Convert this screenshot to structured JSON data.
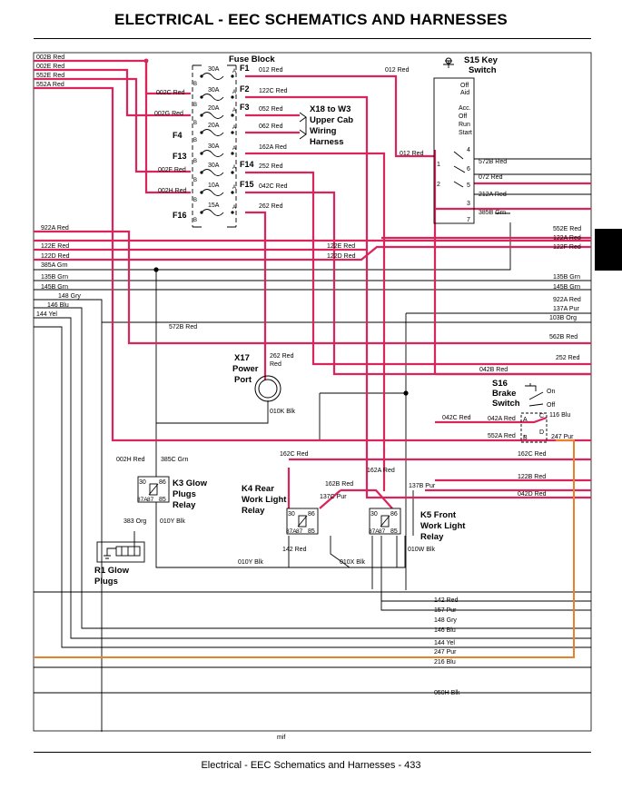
{
  "page": {
    "title": "ELECTRICAL - EEC   SCHEMATICS AND HARNESSES",
    "footer": "Electrical - EEC   Schematics and Harnesses  - 433",
    "mif": "mif"
  },
  "components": {
    "fuse_block": "Fuse Block",
    "s15_title": "S15 Key",
    "s15_sub": "Switch",
    "s15_off": "Off",
    "s15_aid": "Aid",
    "s15_acc": "Acc.",
    "s15_off2": "Off",
    "s15_run": "Run",
    "s15_start": "Start",
    "x18_l1": "X18 to W3",
    "x18_l2": "Upper Cab",
    "x18_l3": "Wiring",
    "x18_l4": "Harness",
    "x17_l1": "X17",
    "x17_l2": "Power",
    "x17_l3": "Port",
    "s16_l1": "S16",
    "s16_l2": "Brake",
    "s16_l3": "Switch",
    "s16_on": "On",
    "s16_off": "Off",
    "k3_l1": "K3 Glow",
    "k3_l2": "Plugs",
    "k3_l3": "Relay",
    "k4_l1": "K4 Rear",
    "k4_l2": "Work Light",
    "k4_l3": "Relay",
    "k5_l1": "K5 Front",
    "k5_l2": "Work Light",
    "k5_l3": "Relay",
    "r1_l1": "R1 Glow",
    "r1_l2": "Plugs"
  },
  "fuses": [
    {
      "id": "F1",
      "amp": "30A",
      "wire": "012 Red"
    },
    {
      "id": "F2",
      "amp": "30A",
      "wire": "122C Red"
    },
    {
      "id": "F3",
      "amp": "20A",
      "wire": "052 Red"
    },
    {
      "id": "F4",
      "amp": "20A",
      "wire": "062 Red"
    },
    {
      "id": "F13",
      "amp": "30A",
      "wire": "162A Red"
    },
    {
      "id": "F14",
      "amp": "30A",
      "wire": "252 Red"
    },
    {
      "id": "F15",
      "amp": "10A",
      "wire": "042C Red"
    },
    {
      "id": "F16",
      "amp": "15A",
      "wire": "262 Red"
    }
  ],
  "left_wires": [
    "002B Red",
    "002E Red",
    "552E Red",
    "552A Red",
    "922A Red",
    "122E Red",
    "122D Red",
    "385A Grn",
    "135B Grn",
    "145B Grn",
    "148 Gry",
    "146 Blu",
    "144 Yel"
  ],
  "fuse_in_wires": [
    "002C Red",
    "002G Red",
    "002F Red",
    "002H Red"
  ],
  "right_wires": [
    "572B Red",
    "072 Red",
    "212A Red",
    "385B Grn",
    "552E Red",
    "122A Red",
    "122F Red",
    "135B Grn",
    "145B Grn",
    "922A Red",
    "137A Pur",
    "103B Org",
    "562B Red",
    "252 Red",
    "042B Red",
    "116 Blu",
    "247 Pur",
    "162C Red",
    "122B Red",
    "042D Red"
  ],
  "mid_wires": [
    "122E Red",
    "122D Red",
    "572B Red",
    "042C Red",
    "042A Red",
    "552A Red",
    "012 Red",
    "262 Red",
    "010K Blk",
    "002H Red",
    "385C Grn",
    "383 Org",
    "010Y Blk",
    "162C Red",
    "162A Red",
    "162B Red",
    "137C Pur",
    "137B Pur",
    "142 Red",
    "010W Blk",
    "010X Blk",
    "010Y Blk"
  ],
  "bottom_wires": [
    "142 Red",
    "157 Pur",
    "148 Gry",
    "146 Blu",
    "144 Yel",
    "247 Pur",
    "216 Blu",
    "050H Blk"
  ],
  "relay_pins": {
    "p30": "30",
    "p86": "86",
    "p87a": "87A",
    "p87": "87",
    "p85": "85"
  },
  "switch_pins": {
    "A": "A",
    "B": "B",
    "C": "C",
    "D": "D",
    "n1": "1",
    "n2": "2",
    "n3": "3",
    "n4": "4",
    "n5": "5",
    "n6": "6",
    "n7": "7"
  },
  "colors": {
    "red": "#d9245c",
    "orange": "#e8822a",
    "black": "#000000",
    "page": "#ffffff"
  }
}
